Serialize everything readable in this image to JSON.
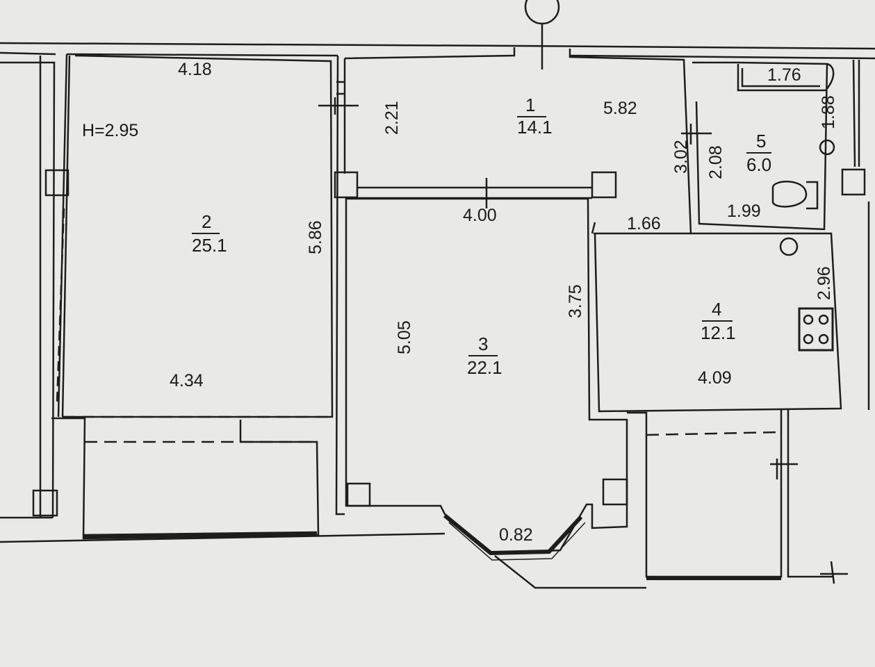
{
  "plan": {
    "ceiling_height_label": "H=2.95",
    "rooms": [
      {
        "number": "1",
        "area": "14.1"
      },
      {
        "number": "2",
        "area": "25.1"
      },
      {
        "number": "3",
        "area": "22.1"
      },
      {
        "number": "4",
        "area": "12.1"
      },
      {
        "number": "5",
        "area": "6.0"
      }
    ],
    "dimensions": {
      "room2_top": "4.18",
      "room2_bottom": "4.34",
      "room2_side": "5.86",
      "room1_height": "2.21",
      "room1_length": "5.82",
      "room1_side": "3.02",
      "room3_top": "4.00",
      "room3_left": "5.05",
      "room3_right": "3.75",
      "bay_window": "0.82",
      "room4_top": "1.66",
      "room4_side": "2.96",
      "room4_bottom": "4.09",
      "bath_tub": "1.76",
      "bath_side": "1.88",
      "bath_inner": "2.08",
      "bath_bottom": "1.99"
    }
  }
}
